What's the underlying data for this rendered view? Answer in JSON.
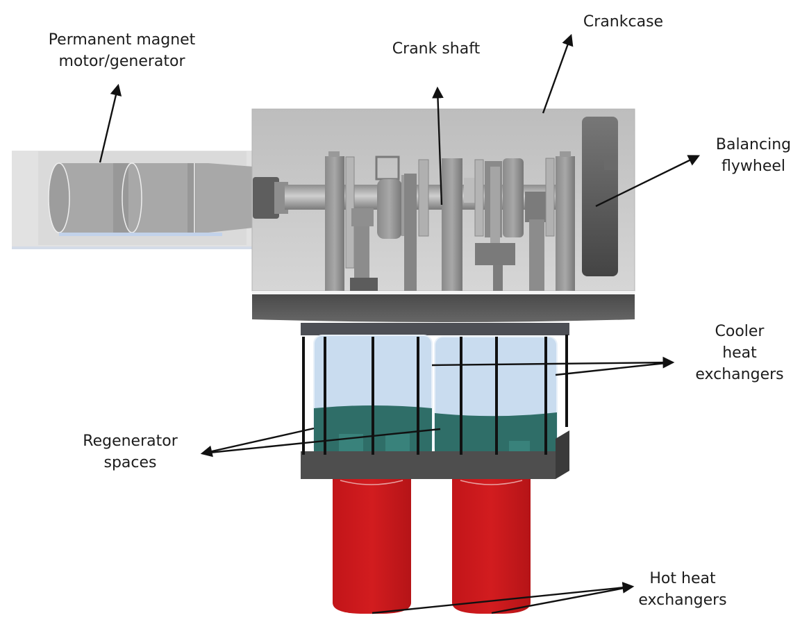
{
  "diagram": {
    "title": "Stirling engine component layout",
    "labels": {
      "motor": [
        "Permanent magnet",
        "motor/generator"
      ],
      "crankshaft": [
        "Crank shaft"
      ],
      "crankcase": [
        "Crankcase"
      ],
      "flywheel": [
        "Balancing",
        "flywheel"
      ],
      "cooler": [
        "Cooler",
        "heat",
        "exchangers"
      ],
      "regenerator": [
        "Regenerator",
        "spaces"
      ],
      "hot": [
        "Hot heat",
        "exchangers"
      ]
    },
    "colors": {
      "crankcase": "#c4c4c4",
      "base_plate": "#5a5a5a",
      "cooler_glass": "#c9dcef",
      "regenerator": "#2f6e68",
      "hot_exchanger": "#c8181b",
      "arrow": "#111111"
    }
  }
}
